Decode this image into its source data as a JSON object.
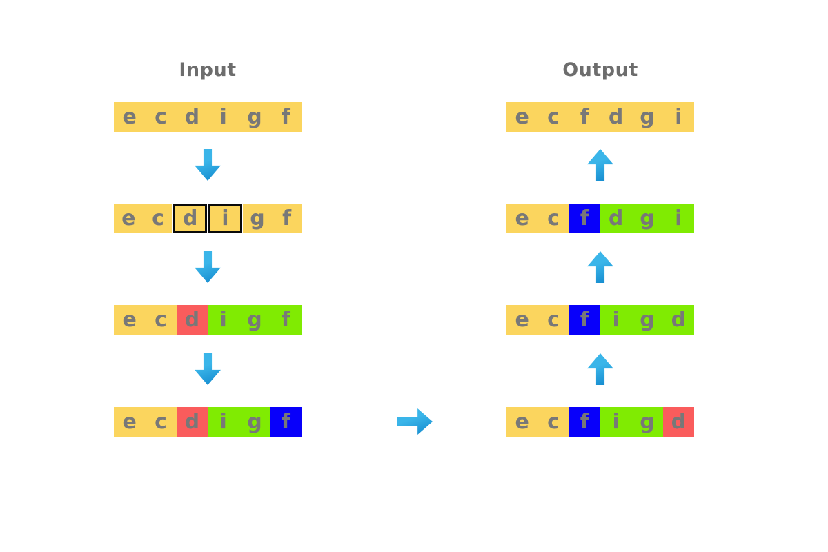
{
  "titles": {
    "input": "Input",
    "output": "Output"
  },
  "colors": {
    "yellow": "#FBD55E",
    "red": "#FA5C5C",
    "green": "#80EB02",
    "blue": "#0800FA",
    "letter": "#787878",
    "title": "#6d6d6d",
    "arrow_light": "#3AB5E9",
    "arrow_dark": "#1187CC",
    "box": "#0a0a0a",
    "background": "#ffffff"
  },
  "icons": {
    "input_step_arrow": "down-arrow-icon",
    "output_step_arrow": "up-arrow-icon",
    "transform_arrow": "right-arrow-icon"
  },
  "input_rows": [
    {
      "cells": [
        {
          "ch": "e",
          "bg": "yellow"
        },
        {
          "ch": "c",
          "bg": "yellow"
        },
        {
          "ch": "d",
          "bg": "yellow"
        },
        {
          "ch": "i",
          "bg": "yellow"
        },
        {
          "ch": "g",
          "bg": "yellow"
        },
        {
          "ch": "f",
          "bg": "yellow"
        }
      ]
    },
    {
      "cells": [
        {
          "ch": "e",
          "bg": "yellow"
        },
        {
          "ch": "c",
          "bg": "yellow"
        },
        {
          "ch": "d",
          "bg": "yellow",
          "boxed": true
        },
        {
          "ch": "i",
          "bg": "yellow",
          "boxed": true
        },
        {
          "ch": "g",
          "bg": "yellow"
        },
        {
          "ch": "f",
          "bg": "yellow"
        }
      ]
    },
    {
      "cells": [
        {
          "ch": "e",
          "bg": "yellow"
        },
        {
          "ch": "c",
          "bg": "yellow"
        },
        {
          "ch": "d",
          "bg": "red"
        },
        {
          "ch": "i",
          "bg": "green"
        },
        {
          "ch": "g",
          "bg": "green"
        },
        {
          "ch": "f",
          "bg": "green"
        }
      ]
    },
    {
      "cells": [
        {
          "ch": "e",
          "bg": "yellow"
        },
        {
          "ch": "c",
          "bg": "yellow"
        },
        {
          "ch": "d",
          "bg": "red"
        },
        {
          "ch": "i",
          "bg": "green"
        },
        {
          "ch": "g",
          "bg": "green"
        },
        {
          "ch": "f",
          "bg": "blue"
        }
      ]
    }
  ],
  "output_rows": [
    {
      "cells": [
        {
          "ch": "e",
          "bg": "yellow"
        },
        {
          "ch": "c",
          "bg": "yellow"
        },
        {
          "ch": "f",
          "bg": "yellow"
        },
        {
          "ch": "d",
          "bg": "yellow"
        },
        {
          "ch": "g",
          "bg": "yellow"
        },
        {
          "ch": "i",
          "bg": "yellow"
        }
      ]
    },
    {
      "cells": [
        {
          "ch": "e",
          "bg": "yellow"
        },
        {
          "ch": "c",
          "bg": "yellow"
        },
        {
          "ch": "f",
          "bg": "blue"
        },
        {
          "ch": "d",
          "bg": "green"
        },
        {
          "ch": "g",
          "bg": "green"
        },
        {
          "ch": "i",
          "bg": "green"
        }
      ]
    },
    {
      "cells": [
        {
          "ch": "e",
          "bg": "yellow"
        },
        {
          "ch": "c",
          "bg": "yellow"
        },
        {
          "ch": "f",
          "bg": "blue"
        },
        {
          "ch": "i",
          "bg": "green"
        },
        {
          "ch": "g",
          "bg": "green"
        },
        {
          "ch": "d",
          "bg": "green"
        }
      ]
    },
    {
      "cells": [
        {
          "ch": "e",
          "bg": "yellow"
        },
        {
          "ch": "c",
          "bg": "yellow"
        },
        {
          "ch": "f",
          "bg": "blue"
        },
        {
          "ch": "i",
          "bg": "green"
        },
        {
          "ch": "g",
          "bg": "green"
        },
        {
          "ch": "d",
          "bg": "red"
        }
      ]
    }
  ]
}
